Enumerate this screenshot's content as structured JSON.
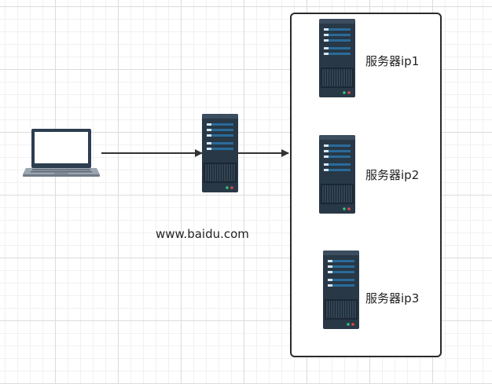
{
  "client": {
    "icon": "laptop-icon"
  },
  "gateway": {
    "icon": "server-icon",
    "label": "www.baidu.com"
  },
  "cluster": {
    "servers": [
      {
        "icon": "server-icon",
        "label": "服务器ip1"
      },
      {
        "icon": "server-icon",
        "label": "服务器ip2"
      },
      {
        "icon": "server-icon",
        "label": "服务器ip3"
      }
    ]
  },
  "colors": {
    "server_body": "#283846",
    "server_slot": "#2a6b9a",
    "server_light_green": "#35c27a",
    "server_light_red": "#e0474c",
    "laptop_frame": "#2c3e50",
    "laptop_base": "#9aa5b0",
    "arrow": "#333333",
    "box_border": "#2b2b2b"
  }
}
